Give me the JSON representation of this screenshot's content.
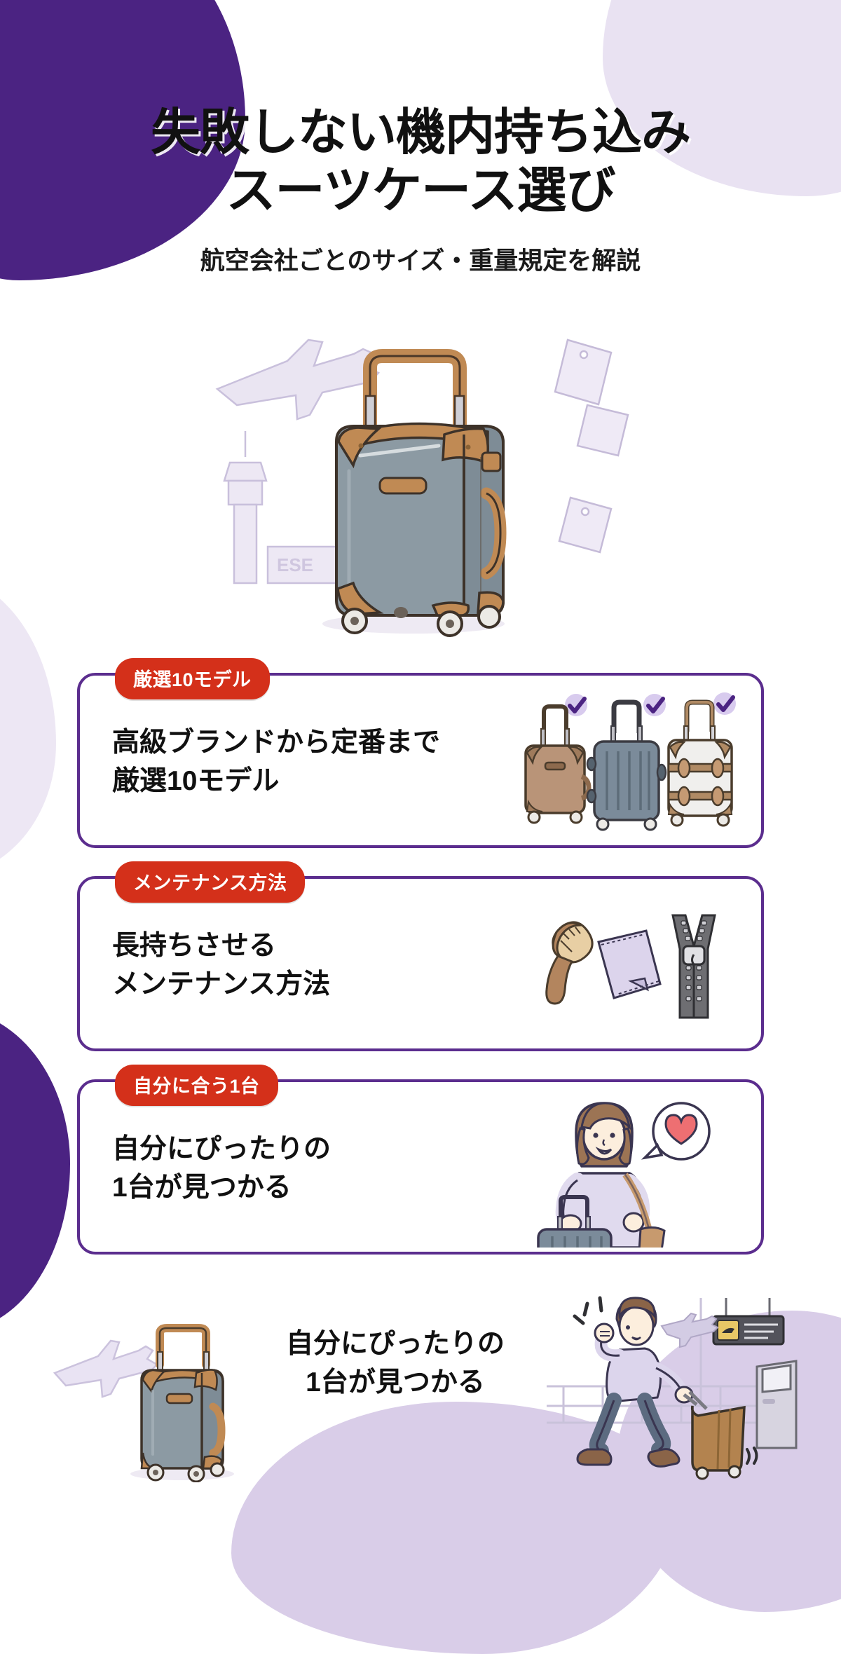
{
  "page": {
    "background_color": "#ffffff",
    "accent_purple": "#4B2382",
    "card_border_purple": "#5B2D8E",
    "badge_red": "#D4301A",
    "pale_purple": "#D9CDE8"
  },
  "header": {
    "title_line1": "失敗しない機内持ち込み",
    "title_line2": "スーツケース選び",
    "subtitle": "航空会社ごとのサイズ・重量規定を解説"
  },
  "hero": {
    "alt": "機内持ち込みスーツケースのイラスト",
    "tower_sign_text": "ESE",
    "icons": [
      "airplane-icon",
      "control-tower-icon",
      "luggage-tag-icon",
      "suitcase-icon"
    ]
  },
  "cards": [
    {
      "badge": "厳選10モデル",
      "text_line1": "高級ブランドから定番まで",
      "text_line2": "厳選10モデル",
      "art": "three-suitcases-with-checkmarks"
    },
    {
      "badge": "メンテナンス方法",
      "text_line1": "長持ちさせる",
      "text_line2": "メンテナンス方法",
      "art": "brush-cloth-zipper"
    },
    {
      "badge": "自分に合う1台",
      "text_line1": "自分にぴったりの",
      "text_line2": "1台が見つかる",
      "art": "woman-with-suitcase-heart"
    }
  ],
  "footer": {
    "text_line1": "自分にぴったりの",
    "text_line2": "1台が見つかる",
    "left_art": "airplane-and-suitcase",
    "right_art": "man-walking-with-suitcase-airport"
  }
}
